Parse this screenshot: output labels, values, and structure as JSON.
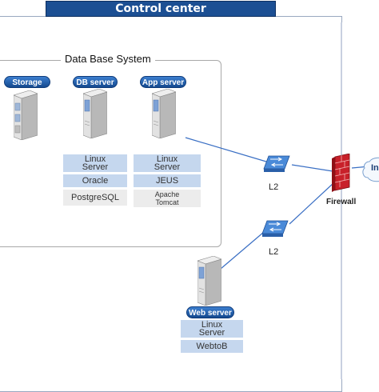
{
  "header": {
    "title": "Control center"
  },
  "db_system": {
    "title": "Data Base System"
  },
  "servers": {
    "storage": "Storage",
    "db": "DB server",
    "app": "App server",
    "web": "Web server"
  },
  "db_stack": [
    {
      "text": "Linux\nServer",
      "style": "blue"
    },
    {
      "text": "Oracle",
      "style": "blue"
    },
    {
      "text": "PostgreSQL",
      "style": "grey"
    }
  ],
  "app_stack": [
    {
      "text": "Linux\nServer",
      "style": "blue"
    },
    {
      "text": "JEUS",
      "style": "blue"
    },
    {
      "text": "Apache\nTomcat",
      "style": "grey"
    }
  ],
  "web_stack": [
    {
      "text": "Linux\nServer",
      "style": "blue"
    },
    {
      "text": "WebtoB",
      "style": "blue"
    }
  ],
  "network": {
    "switch_top_label": "L2",
    "switch_bottom_label": "L2",
    "firewall_label": "Firewall",
    "internet_label": "In"
  }
}
